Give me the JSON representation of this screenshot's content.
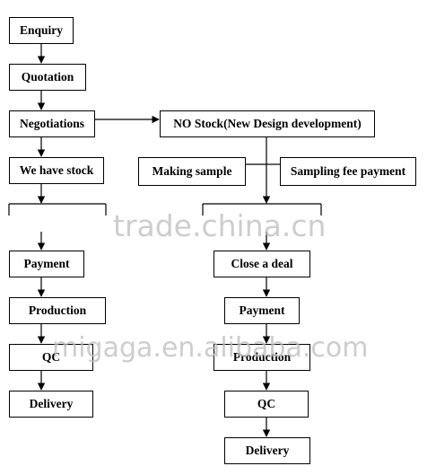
{
  "nodes": {
    "enquiry": "Enquiry",
    "quotation": "Quotation",
    "negotiations": "Negotiations",
    "no_stock": "NO Stock(New Design development)",
    "we_have_stock": "We have stock",
    "making_sample": "Making sample",
    "sampling_fee_payment": "Sampling fee payment",
    "payment_left": "Payment",
    "production_left": "Production",
    "qc_left": "QC",
    "delivery_left": "Delivery",
    "close_a_deal": "Close a deal",
    "payment_right": "Payment",
    "production_right": "Production",
    "qc_right": "QC",
    "delivery_right": "Delivery"
  },
  "watermarks": {
    "top": "trade.china.cn",
    "bottom": "migaga.en.alibaba.com"
  }
}
